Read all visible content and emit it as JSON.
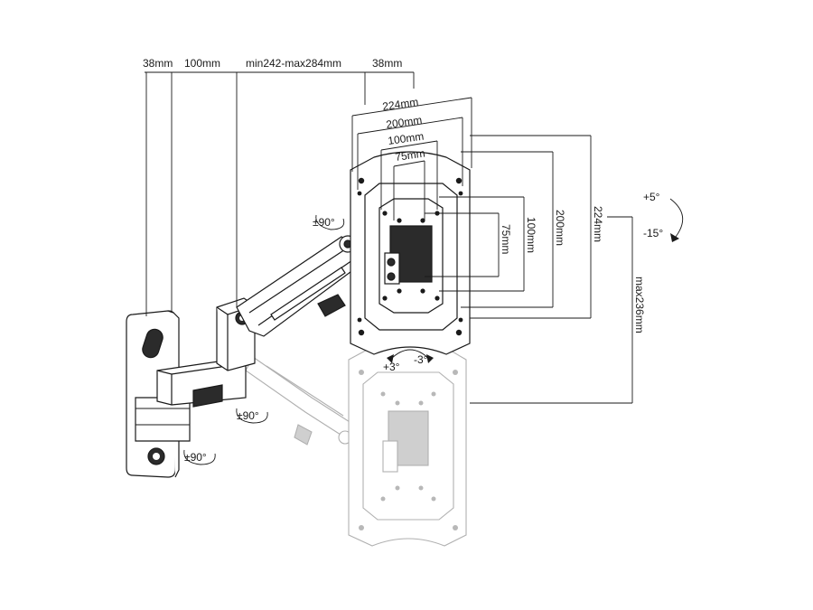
{
  "diagram": {
    "top_dimensions": {
      "wall_plate_depth": "38mm",
      "arm_offset": "100mm",
      "arm_extension": "min242-max284mm",
      "plate_depth": "38mm"
    },
    "vesa_horizontal": {
      "w224": "224mm",
      "w200": "200mm",
      "w100": "100mm",
      "w75": "75mm"
    },
    "vesa_vertical": {
      "h75": "75mm",
      "h100": "100mm",
      "h200": "200mm",
      "h224": "224mm"
    },
    "height_adjust": "max236mm",
    "tilt": {
      "up": "+5°",
      "down": "-15°"
    },
    "rotation": {
      "plus": "+3°",
      "minus": "-3°"
    },
    "swivel": {
      "head": "±90°",
      "elbow": "±90°",
      "wall": "±90°"
    }
  }
}
